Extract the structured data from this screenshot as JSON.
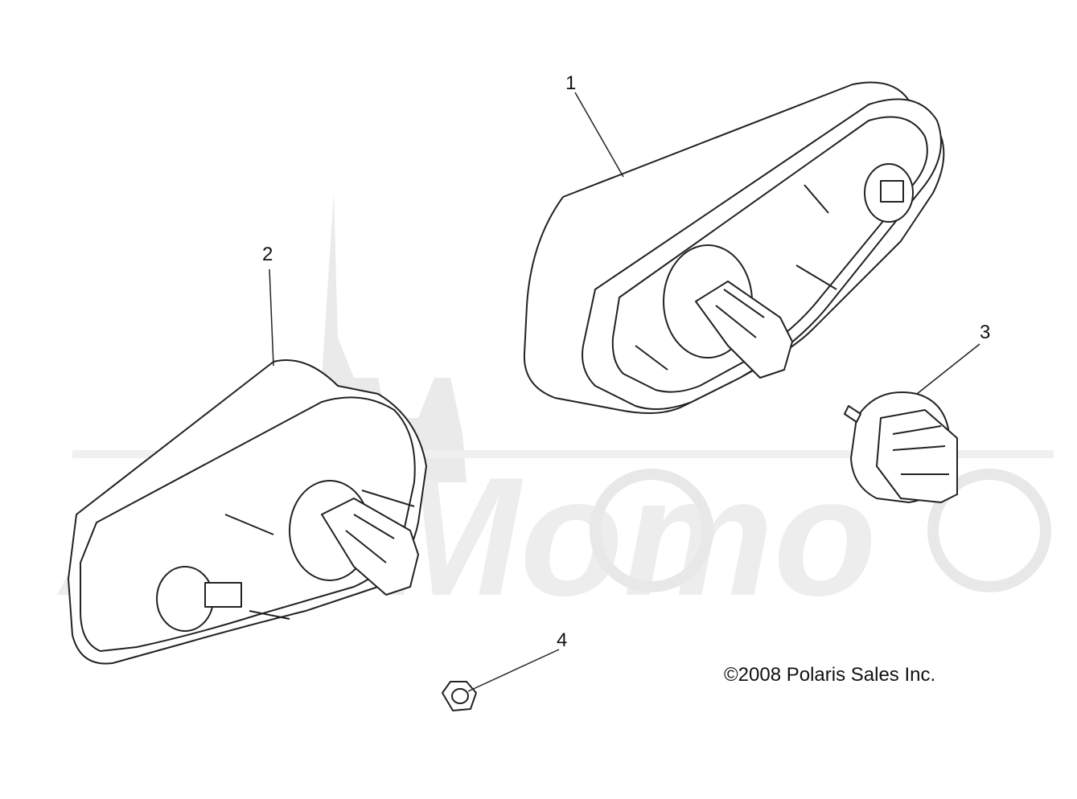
{
  "callouts": [
    {
      "id": "1",
      "label": "1"
    },
    {
      "id": "2",
      "label": "2"
    },
    {
      "id": "3",
      "label": "3"
    },
    {
      "id": "4",
      "label": "4"
    }
  ],
  "copyright": "©2008 Polaris Sales Inc.",
  "colors": {
    "line": "#222222",
    "watermark": "#e6e6e6"
  },
  "parts": [
    {
      "callout": "1",
      "shape": "tail-lamp-housing-right"
    },
    {
      "callout": "2",
      "shape": "tail-lamp-housing-left"
    },
    {
      "callout": "3",
      "shape": "bulb-socket"
    },
    {
      "callout": "4",
      "shape": "hex-nut"
    }
  ]
}
